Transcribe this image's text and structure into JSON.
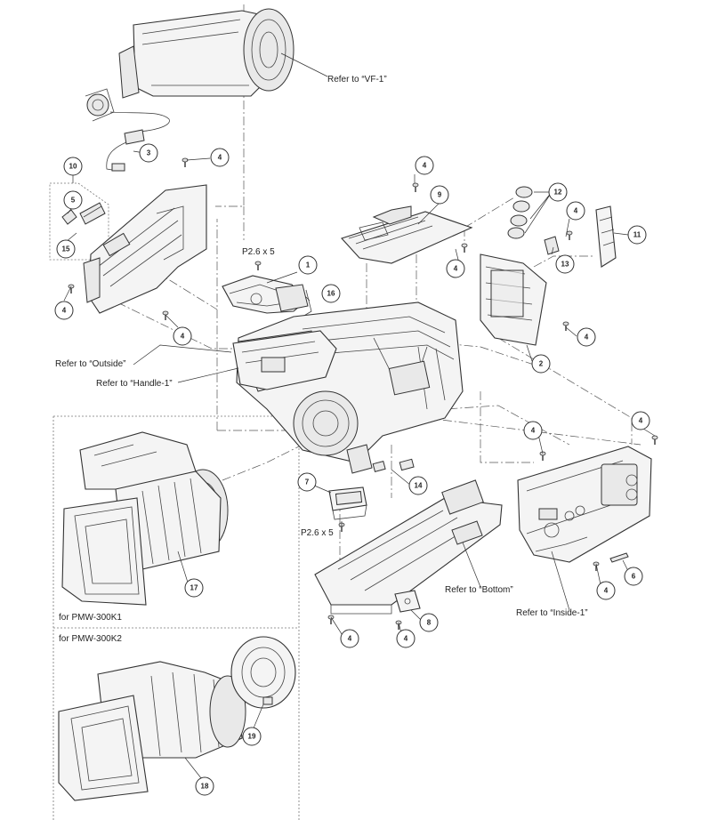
{
  "parts": [
    {
      "id": "p1",
      "number": "1"
    },
    {
      "id": "p2",
      "number": "2"
    },
    {
      "id": "p3",
      "number": "3"
    },
    {
      "id": "p4a",
      "number": "4"
    },
    {
      "id": "p4b",
      "number": "4"
    },
    {
      "id": "p4c",
      "number": "4"
    },
    {
      "id": "p4d",
      "number": "4"
    },
    {
      "id": "p4e",
      "number": "4"
    },
    {
      "id": "p4f",
      "number": "4"
    },
    {
      "id": "p4g",
      "number": "4"
    },
    {
      "id": "p4h",
      "number": "4"
    },
    {
      "id": "p4i",
      "number": "4"
    },
    {
      "id": "p4j",
      "number": "4"
    },
    {
      "id": "p4k",
      "number": "4"
    },
    {
      "id": "p4l",
      "number": "4"
    },
    {
      "id": "p4m",
      "number": "4"
    },
    {
      "id": "p5",
      "number": "5"
    },
    {
      "id": "p6",
      "number": "6"
    },
    {
      "id": "p7",
      "number": "7"
    },
    {
      "id": "p8",
      "number": "8"
    },
    {
      "id": "p9",
      "number": "9"
    },
    {
      "id": "p10",
      "number": "10"
    },
    {
      "id": "p11",
      "number": "11"
    },
    {
      "id": "p12",
      "number": "12"
    },
    {
      "id": "p13",
      "number": "13"
    },
    {
      "id": "p14",
      "number": "14"
    },
    {
      "id": "p15",
      "number": "15"
    },
    {
      "id": "p16",
      "number": "16"
    },
    {
      "id": "p17",
      "number": "17"
    },
    {
      "id": "p18",
      "number": "18"
    },
    {
      "id": "p19",
      "number": "19"
    }
  ],
  "screw_labels": {
    "top": "P2.6 x 5",
    "middle": "P2.6 x 5"
  },
  "references": {
    "vf1": "Refer to “VF-1”",
    "outside": "Refer to “Outside”",
    "handle1": "Refer to “Handle-1”",
    "bottom": "Refer to “Bottom”",
    "inside1": "Refer to “Inside-1”"
  },
  "variants": {
    "k1": "for PMW-300K1",
    "k2": "for PMW-300K2"
  }
}
